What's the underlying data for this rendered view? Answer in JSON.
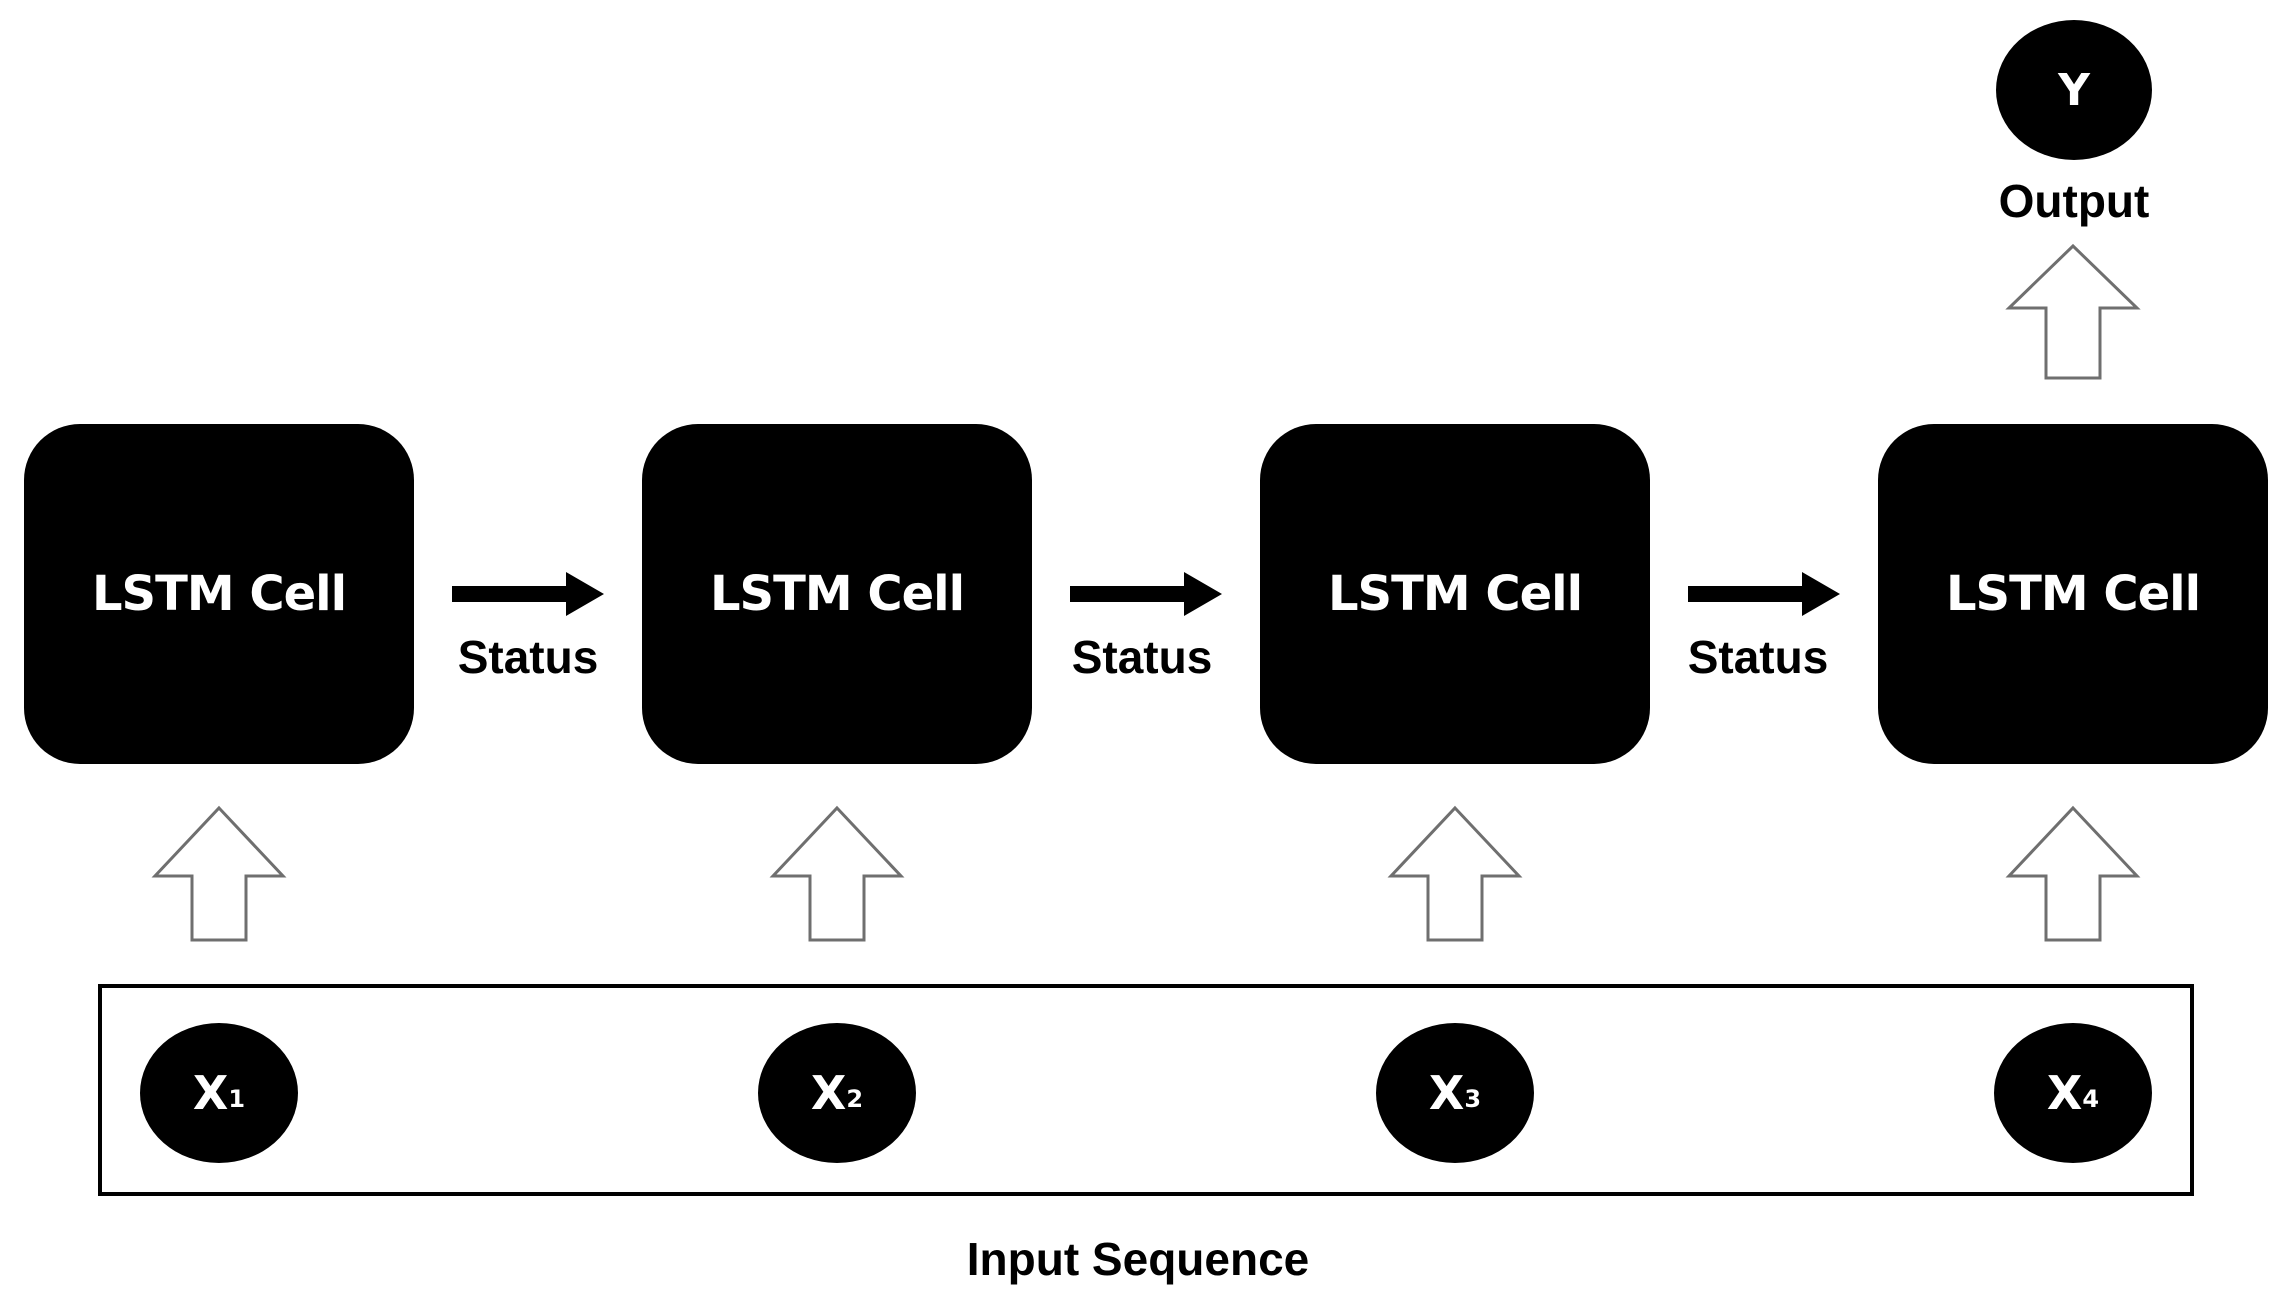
{
  "diagram": {
    "cells": [
      {
        "label": "LSTM Cell"
      },
      {
        "label": "LSTM Cell"
      },
      {
        "label": "LSTM Cell"
      },
      {
        "label": "LSTM Cell"
      }
    ],
    "transitions": [
      {
        "label": "Status"
      },
      {
        "label": "Status"
      },
      {
        "label": "Status"
      }
    ],
    "inputs": [
      {
        "symbol": "X",
        "index": "1"
      },
      {
        "symbol": "X",
        "index": "2"
      },
      {
        "symbol": "X",
        "index": "3"
      },
      {
        "symbol": "X",
        "index": "4"
      }
    ],
    "input_sequence_label": "Input Sequence",
    "output": {
      "symbol": "Y",
      "label": "Output"
    },
    "colors": {
      "fill": "#000000",
      "text_on_fill": "#ffffff",
      "background": "#ffffff"
    }
  }
}
